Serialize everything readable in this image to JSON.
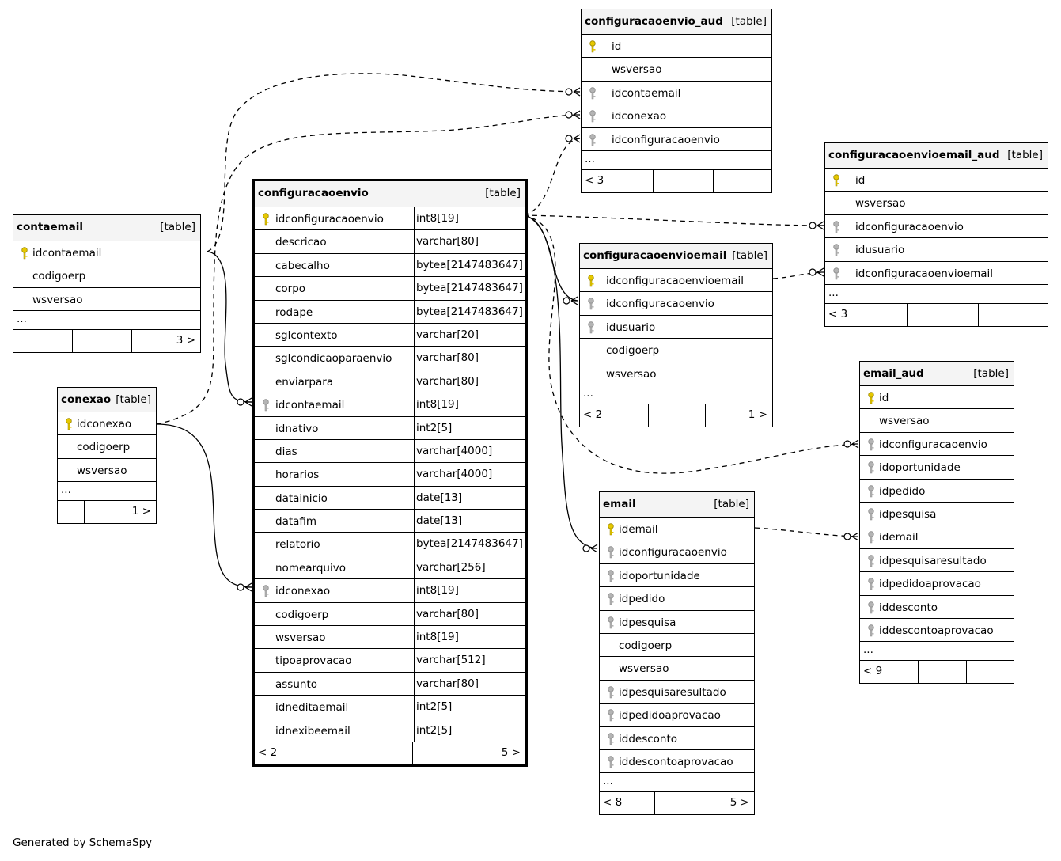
{
  "footer_text": "Generated by SchemaSpy",
  "tables": [
    {
      "id": "configuracaoenvio_aud",
      "name": "configuracaoenvio_aud",
      "type": "[table]",
      "columns": [
        {
          "name": "id",
          "key": "pk"
        },
        {
          "name": "wsversao",
          "key": "none"
        },
        {
          "name": "idcontaemail",
          "key": "fk"
        },
        {
          "name": "idconexao",
          "key": "fk"
        },
        {
          "name": "idconfiguracaoenvio",
          "key": "fk"
        }
      ],
      "ellipsis": "...",
      "footer_left": "< 3",
      "footer_right": ""
    },
    {
      "id": "configuracaoenvioemail_aud",
      "name": "configuracaoenvioemail_aud",
      "type": "[table]",
      "columns": [
        {
          "name": "id",
          "key": "pk"
        },
        {
          "name": "wsversao",
          "key": "none"
        },
        {
          "name": "idconfiguracaoenvio",
          "key": "fk"
        },
        {
          "name": "idusuario",
          "key": "fk"
        },
        {
          "name": "idconfiguracaoenvioemail",
          "key": "fk"
        }
      ],
      "ellipsis": "...",
      "footer_left": "< 3",
      "footer_right": ""
    },
    {
      "id": "contaemail",
      "name": "contaemail",
      "type": "[table]",
      "columns": [
        {
          "name": "idcontaemail",
          "key": "pk"
        },
        {
          "name": "codigoerp",
          "key": "none"
        },
        {
          "name": "wsversao",
          "key": "none"
        }
      ],
      "ellipsis": "...",
      "footer_left": "",
      "footer_right": "3 >"
    },
    {
      "id": "conexao",
      "name": "conexao",
      "type": "[table]",
      "columns": [
        {
          "name": "idconexao",
          "key": "pk"
        },
        {
          "name": "codigoerp",
          "key": "none"
        },
        {
          "name": "wsversao",
          "key": "none"
        }
      ],
      "ellipsis": "...",
      "footer_left": "",
      "footer_right": "1 >"
    },
    {
      "id": "configuracaoenvio",
      "name": "configuracaoenvio",
      "type": "[table]",
      "columns": [
        {
          "name": "idconfiguracaoenvio",
          "type": "int8[19]",
          "key": "pk"
        },
        {
          "name": "descricao",
          "type": "varchar[80]",
          "key": "none"
        },
        {
          "name": "cabecalho",
          "type": "bytea[2147483647]",
          "key": "none"
        },
        {
          "name": "corpo",
          "type": "bytea[2147483647]",
          "key": "none"
        },
        {
          "name": "rodape",
          "type": "bytea[2147483647]",
          "key": "none"
        },
        {
          "name": "sglcontexto",
          "type": "varchar[20]",
          "key": "none"
        },
        {
          "name": "sglcondicaoparaenvio",
          "type": "varchar[80]",
          "key": "none"
        },
        {
          "name": "enviarpara",
          "type": "varchar[80]",
          "key": "none"
        },
        {
          "name": "idcontaemail",
          "type": "int8[19]",
          "key": "fk"
        },
        {
          "name": "idnativo",
          "type": "int2[5]",
          "key": "none"
        },
        {
          "name": "dias",
          "type": "varchar[4000]",
          "key": "none"
        },
        {
          "name": "horarios",
          "type": "varchar[4000]",
          "key": "none"
        },
        {
          "name": "datainicio",
          "type": "date[13]",
          "key": "none"
        },
        {
          "name": "datafim",
          "type": "date[13]",
          "key": "none"
        },
        {
          "name": "relatorio",
          "type": "bytea[2147483647]",
          "key": "none"
        },
        {
          "name": "nomearquivo",
          "type": "varchar[256]",
          "key": "none"
        },
        {
          "name": "idconexao",
          "type": "int8[19]",
          "key": "fk"
        },
        {
          "name": "codigoerp",
          "type": "varchar[80]",
          "key": "none"
        },
        {
          "name": "wsversao",
          "type": "int8[19]",
          "key": "none"
        },
        {
          "name": "tipoaprovacao",
          "type": "varchar[512]",
          "key": "none"
        },
        {
          "name": "assunto",
          "type": "varchar[80]",
          "key": "none"
        },
        {
          "name": "idneditaemail",
          "type": "int2[5]",
          "key": "none"
        },
        {
          "name": "idnexibeemail",
          "type": "int2[5]",
          "key": "none"
        }
      ],
      "ellipsis": "",
      "footer_left": "< 2",
      "footer_right": "5 >"
    },
    {
      "id": "configuracaoenvioemail",
      "name": "configuracaoenvioemail",
      "type": "[table]",
      "columns": [
        {
          "name": "idconfiguracaoenvioemail",
          "key": "pk"
        },
        {
          "name": "idconfiguracaoenvio",
          "key": "fk"
        },
        {
          "name": "idusuario",
          "key": "fk"
        },
        {
          "name": "codigoerp",
          "key": "none"
        },
        {
          "name": "wsversao",
          "key": "none"
        }
      ],
      "ellipsis": "...",
      "footer_left": "< 2",
      "footer_right": "1 >"
    },
    {
      "id": "email_aud",
      "name": "email_aud",
      "type": "[table]",
      "columns": [
        {
          "name": "id",
          "key": "pk"
        },
        {
          "name": "wsversao",
          "key": "none"
        },
        {
          "name": "idconfiguracaoenvio",
          "key": "fk"
        },
        {
          "name": "idoportunidade",
          "key": "fk"
        },
        {
          "name": "idpedido",
          "key": "fk"
        },
        {
          "name": "idpesquisa",
          "key": "fk"
        },
        {
          "name": "idemail",
          "key": "fk"
        },
        {
          "name": "idpesquisaresultado",
          "key": "fk"
        },
        {
          "name": "idpedidoaprovacao",
          "key": "fk"
        },
        {
          "name": "iddesconto",
          "key": "fk"
        },
        {
          "name": "iddescontoaprovacao",
          "key": "fk"
        }
      ],
      "ellipsis": "...",
      "footer_left": "< 9",
      "footer_right": ""
    },
    {
      "id": "email",
      "name": "email",
      "type": "[table]",
      "columns": [
        {
          "name": "idemail",
          "key": "pk"
        },
        {
          "name": "idconfiguracaoenvio",
          "key": "fk"
        },
        {
          "name": "idoportunidade",
          "key": "fk"
        },
        {
          "name": "idpedido",
          "key": "fk"
        },
        {
          "name": "idpesquisa",
          "key": "fk"
        },
        {
          "name": "codigoerp",
          "key": "none"
        },
        {
          "name": "wsversao",
          "key": "none"
        },
        {
          "name": "idpesquisaresultado",
          "key": "fk"
        },
        {
          "name": "idpedidoaprovacao",
          "key": "fk"
        },
        {
          "name": "iddesconto",
          "key": "fk"
        },
        {
          "name": "iddescontoaprovacao",
          "key": "fk"
        }
      ],
      "ellipsis": "...",
      "footer_left": "< 8",
      "footer_right": "5 >"
    }
  ],
  "relationships": [
    {
      "from": "contaemail.idcontaemail",
      "to": "configuracaoenvio.idcontaemail",
      "style": "solid"
    },
    {
      "from": "conexao.idconexao",
      "to": "configuracaoenvio.idconexao",
      "style": "solid"
    },
    {
      "from": "configuracaoenvio.idconfiguracaoenvio",
      "to": "configuracaoenvioemail.idconfiguracaoenvio",
      "style": "solid"
    },
    {
      "from": "configuracaoenvio.idconfiguracaoenvio",
      "to": "email.idconfiguracaoenvio",
      "style": "solid"
    },
    {
      "from": "contaemail.idcontaemail",
      "to": "configuracaoenvio_aud.idcontaemail",
      "style": "dashed"
    },
    {
      "from": "conexao.idconexao",
      "to": "configuracaoenvio_aud.idconexao",
      "style": "dashed"
    },
    {
      "from": "configuracaoenvio.idconfiguracaoenvio",
      "to": "configuracaoenvio_aud.idconfiguracaoenvio",
      "style": "dashed"
    },
    {
      "from": "configuracaoenvio.idconfiguracaoenvio",
      "to": "configuracaoenvioemail_aud.idconfiguracaoenvio",
      "style": "dashed"
    },
    {
      "from": "configuracaoenvioemail.idconfiguracaoenvioemail",
      "to": "configuracaoenvioemail_aud.idconfiguracaoenvioemail",
      "style": "dashed"
    },
    {
      "from": "configuracaoenvio.idconfiguracaoenvio",
      "to": "email_aud.idconfiguracaoenvio",
      "style": "dashed"
    },
    {
      "from": "email.idemail",
      "to": "email_aud.idemail",
      "style": "dashed"
    }
  ]
}
